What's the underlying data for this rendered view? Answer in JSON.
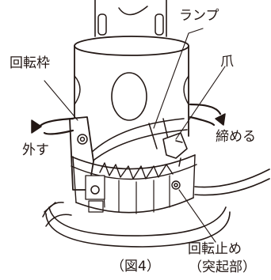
{
  "labels": {
    "lamp": "ランプ",
    "rotating_frame": "回転枠",
    "claw": "爪",
    "remove": "外す",
    "tighten": "締める",
    "rotation_stop": "回転止め",
    "protrusion": "（突起部）",
    "figure_number": "（図4）"
  },
  "colors": {
    "line": "#231815",
    "fill": "#ffffff"
  },
  "icons": [
    "rotate-left-arrow-icon",
    "rotate-right-arrow-icon"
  ]
}
